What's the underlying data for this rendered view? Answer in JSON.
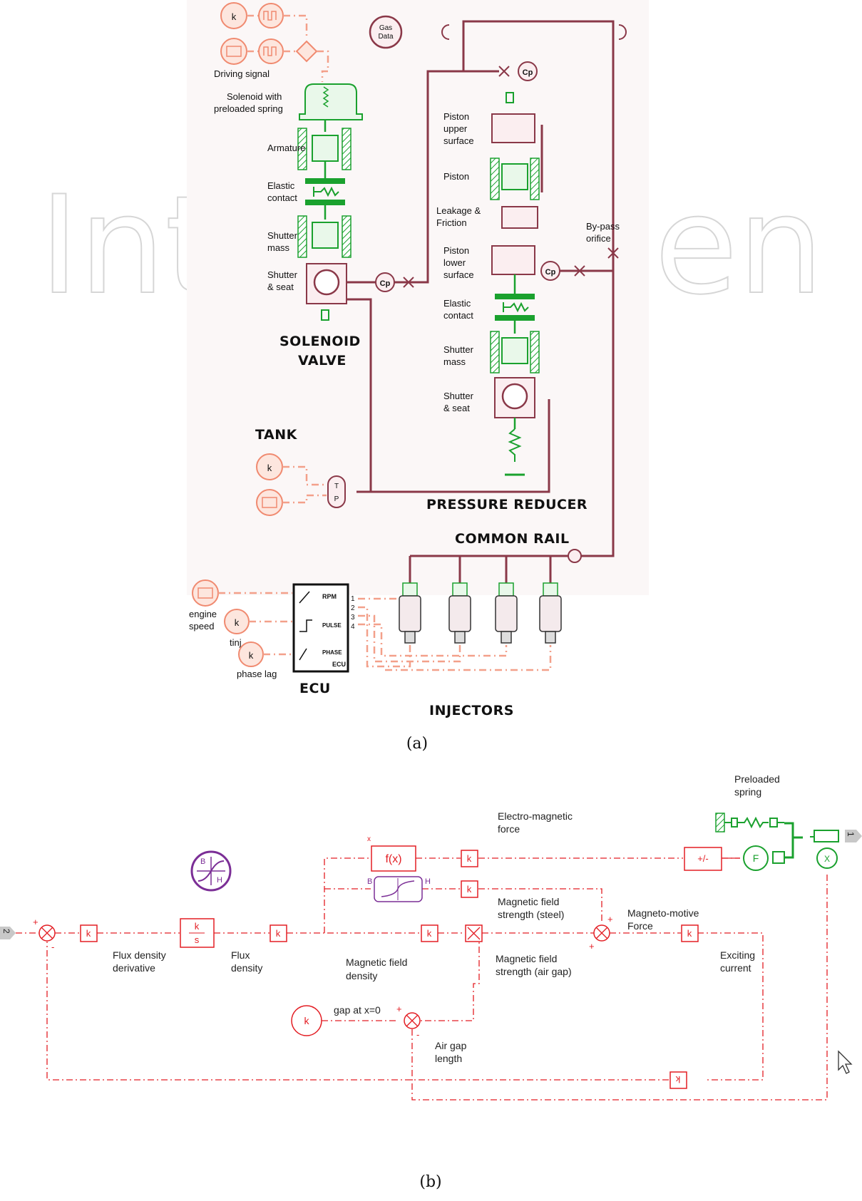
{
  "watermark": "IntechOpen",
  "panel_a": {
    "gas_data": [
      "Gas",
      "Data"
    ],
    "driving_signal": "Driving signal",
    "solenoid_spring": [
      "Solenoid with",
      "preloaded spring"
    ],
    "armature": "Armature",
    "elastic_contact_left": [
      "Elastic",
      "contact"
    ],
    "shutter_mass_left": [
      "Shutter",
      "mass"
    ],
    "shutter_seat_left": [
      "Shutter",
      "& seat"
    ],
    "solenoid_valve": [
      "SOLENOID",
      "VALVE"
    ],
    "piston_upper": [
      "Piston",
      "upper",
      "surface"
    ],
    "piston": "Piston",
    "leakage": [
      "Leakage &",
      "Friction"
    ],
    "piston_lower": [
      "Piston",
      "lower",
      "surface"
    ],
    "elastic_contact_right": [
      "Elastic",
      "contact"
    ],
    "shutter_mass_right": [
      "Shutter",
      "mass"
    ],
    "shutter_seat_right": [
      "Shutter",
      "& seat"
    ],
    "bypass": [
      "By-pass",
      "orifice"
    ],
    "tank": "TANK",
    "pressure_reducer": "PRESSURE REDUCER",
    "common_rail": "COMMON RAIL",
    "engine_speed": [
      "engine",
      "speed"
    ],
    "tinj": "tinj",
    "phase_lag": "phase lag",
    "ecu": "ECU",
    "ecu_block": "ECU",
    "ecu_rpm": "RPM",
    "ecu_pulse": "PULSE",
    "ecu_phase": "PHASE",
    "ecu_ports": [
      "1",
      "2",
      "3",
      "4"
    ],
    "injectors": "INJECTORS",
    "k": "k",
    "cp": "Cp",
    "tp": [
      "T",
      "P"
    ],
    "caption": "(a)"
  },
  "panel_b": {
    "port_left": "2",
    "port_right": "1",
    "k": "k",
    "ks_num": "k",
    "ks_den": "s",
    "fx": "f(x)",
    "x_mark": "x",
    "plusminus": "+/-",
    "F": "F",
    "X": "X",
    "B": "B",
    "H": "H",
    "plus": "+",
    "minus": "-",
    "flux_density_derivative": [
      "Flux density",
      "derivative"
    ],
    "flux_density": [
      "Flux",
      "density"
    ],
    "magnetic_field_density": [
      "Magnetic field",
      "density"
    ],
    "magnetic_field_strength_air": [
      "Magnetic field",
      "strength (air gap)"
    ],
    "magnetic_field_strength_steel": [
      "Magnetic field",
      "strength (steel)"
    ],
    "electro_magnetic_force": [
      "Electro-magnetic",
      "force"
    ],
    "preloaded_spring": [
      "Preloaded",
      "spring"
    ],
    "magneto_motive_force": [
      "Magneto-motive",
      "Force"
    ],
    "exciting_current": [
      "Exciting",
      "current"
    ],
    "gap_at_x0": "gap at x=0",
    "air_gap_length": [
      "Air gap",
      "length"
    ],
    "caption": "(b)"
  }
}
